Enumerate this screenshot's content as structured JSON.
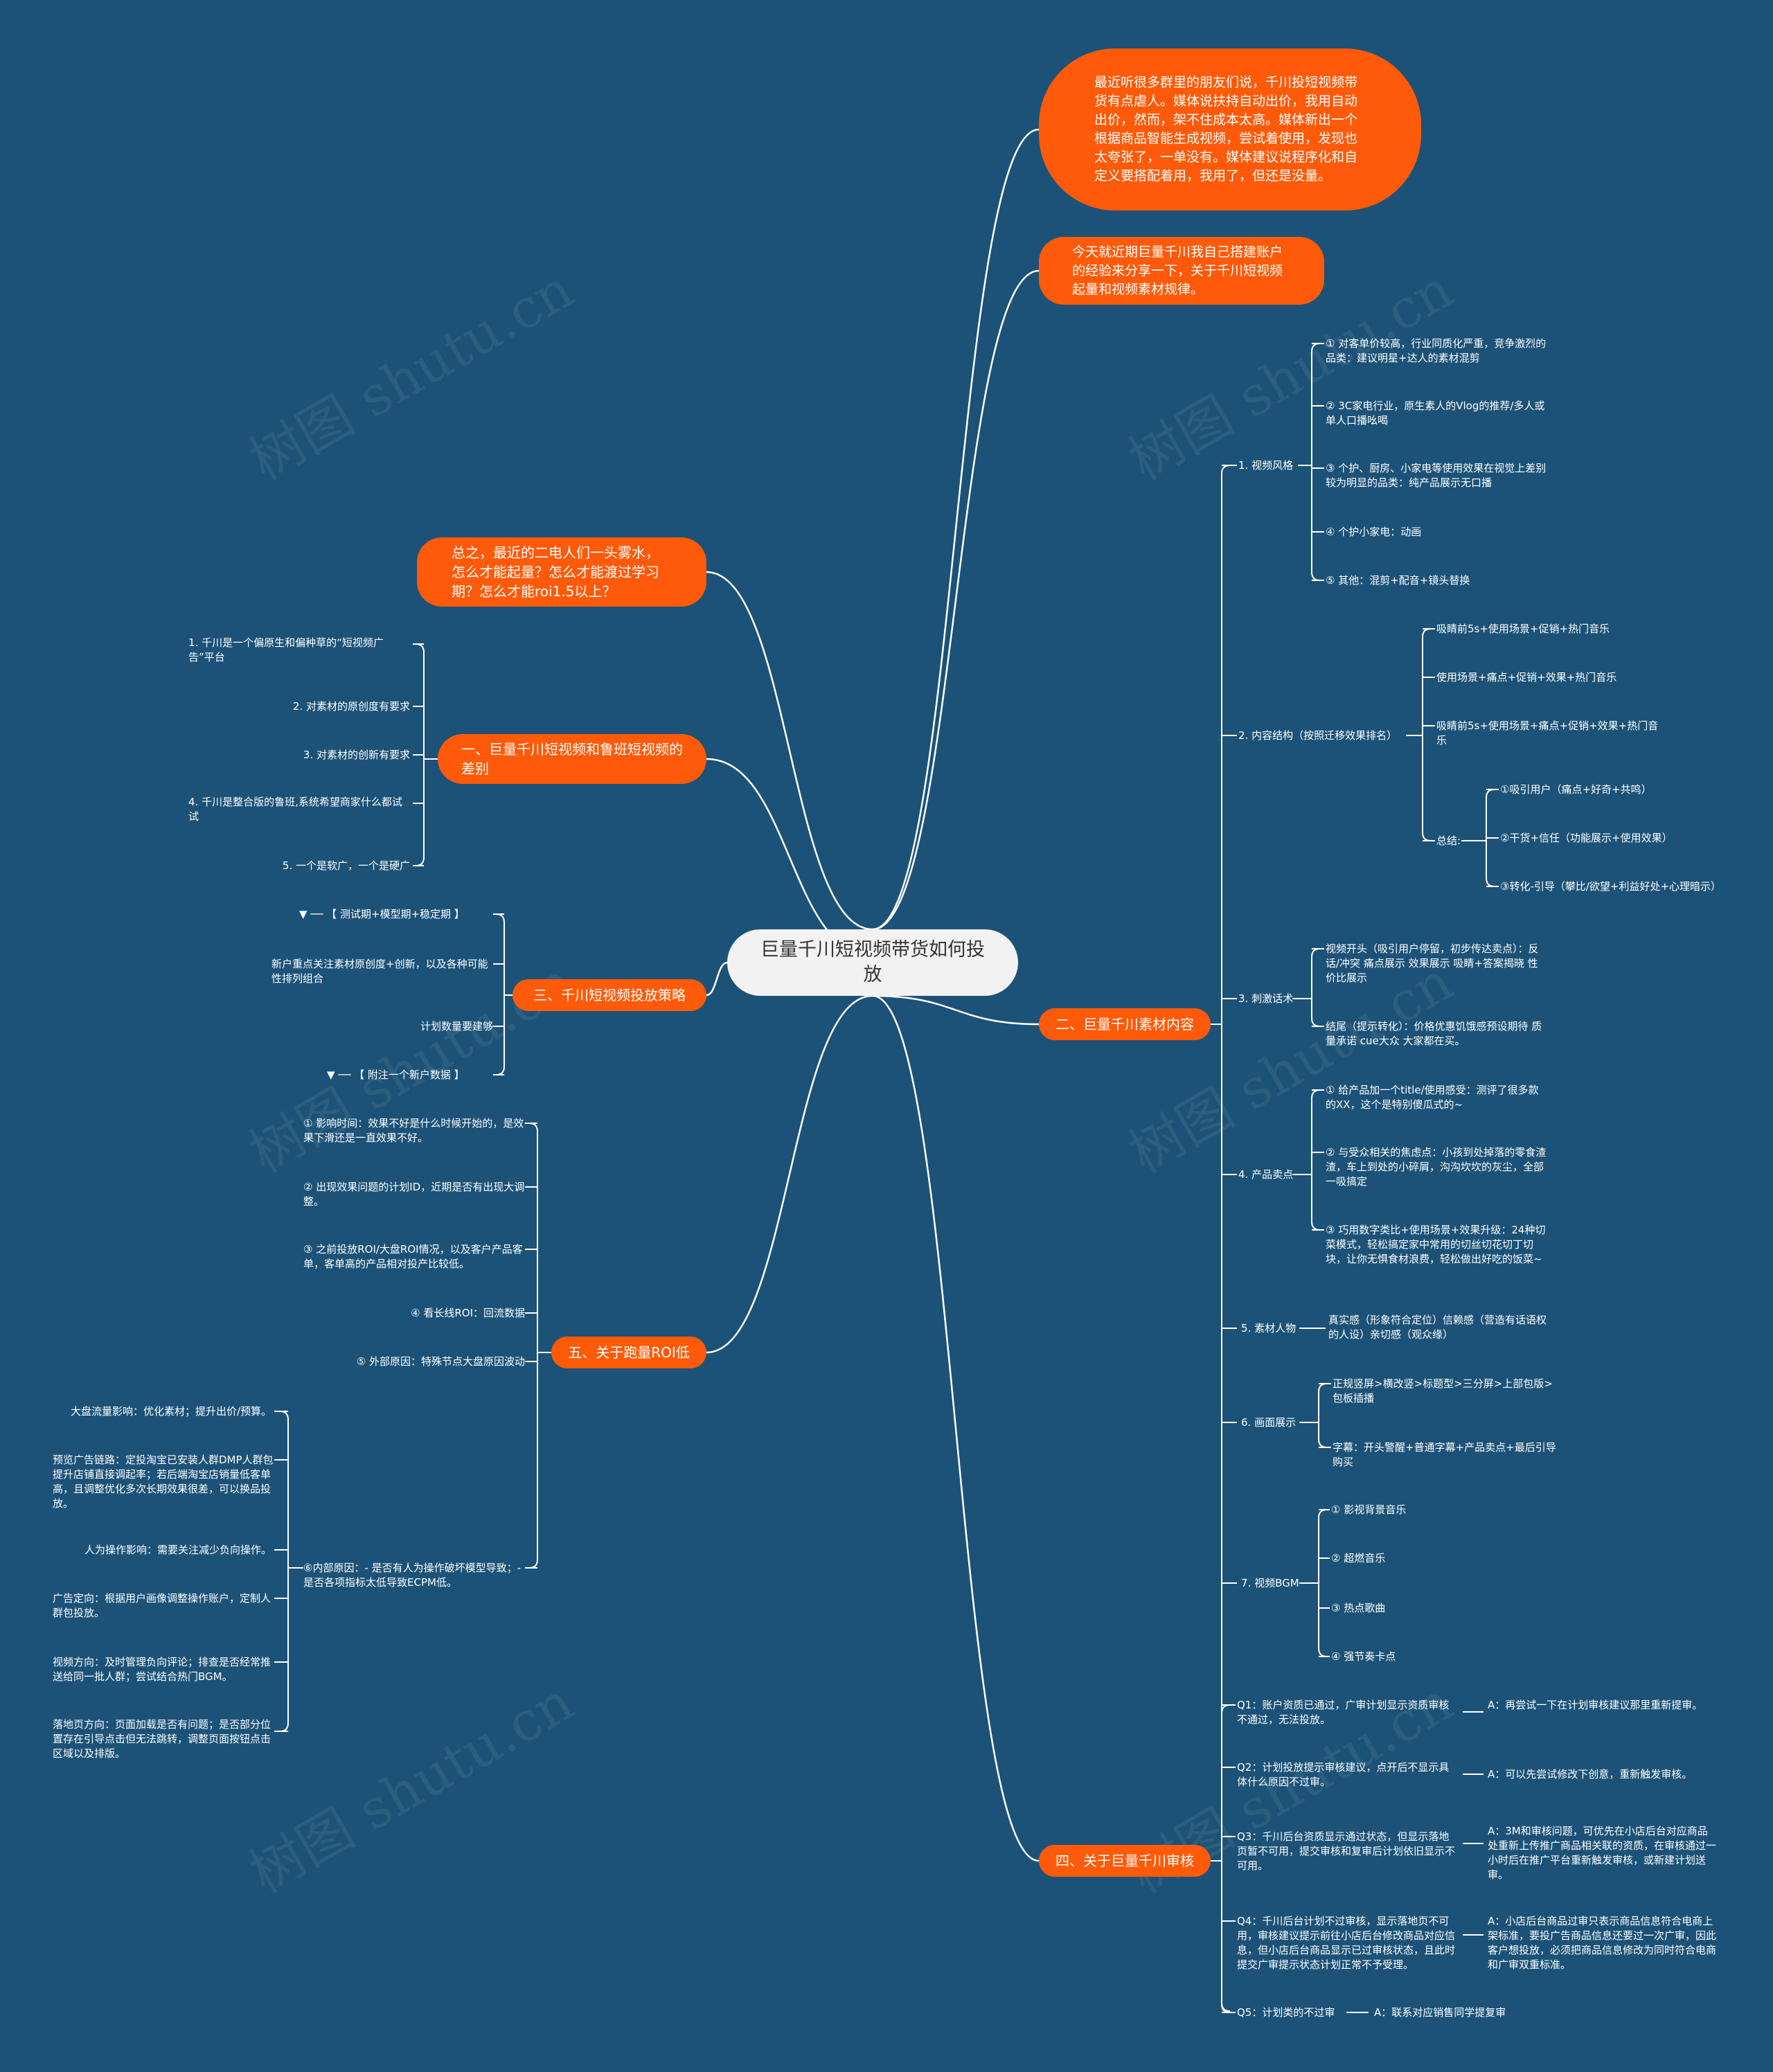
{
  "watermark": "树图 shutu.cn",
  "center": "巨量千川短视频带货如何投放",
  "intro": [
    "最近听很多群里的朋友们说，千川投短视频带货有点虐人。媒体说扶持自动出价，我用自动出价，然而，架不住成本太高。媒体新出一个根据商品智能生成视频，尝试着使用，发现也太夸张了，一单没有。媒体建议说程序化和自定义要搭配着用，我用了，但还是没量。",
    "今天就近期巨量千川我自己搭建账户的经验来分享一下，关于千川短视频起量和视频素材规律。"
  ],
  "summary": "总之，最近的二电人们一头雾水，怎么才能起量？怎么才能渡过学习期？怎么才能roi1.5以上？",
  "section1": {
    "title": "一、巨量千川短视频和鲁班短视频的差别",
    "items": [
      "1. 千川是一个偏原生和偏种草的“短视频广告”平台",
      "2. 对素材的原创度有要求",
      "3. 对素材的创新有要求",
      "4. 千川是整合版的鲁班,系统希望商家什么都试试",
      "5. 一个是软广，一个是硬广"
    ]
  },
  "section3": {
    "title": "三、千川短视频投放策略",
    "items": [
      "▼ ── 【 测试期+模型期+稳定期 】",
      "新户重点关注素材原创度+创新，以及各种可能性排列组合",
      "计划数量要建够",
      "▼ ── 【 附注一个新户数据 】"
    ]
  },
  "section5": {
    "title": "五、关于跑量ROI低",
    "items": [
      "① 影响时间：效果不好是什么时候开始的，是效果下滑还是一直效果不好。",
      "② 出现效果问题的计划ID，近期是否有出现大调整。",
      "③ 之前投放ROI/大盘ROI情况，以及客户产品客单，客单高的产品相对投产比较低。",
      "④ 看长线ROI：回流数据",
      "⑤ 外部原因：特殊节点大盘原因波动",
      "⑥内部原因：- 是否有人为操作破坏模型导致；- 是否各项指标太低导致ECPM低。"
    ],
    "sub": [
      "大盘流量影响：优化素材；提升出价/预算。",
      "预览广告链路：定投淘宝已安装人群DMP人群包提升店铺直接调起率；若后端淘宝店销量低客单高，且调整优化多次长期效果很差，可以换品投放。",
      "人为操作影响：需要关注减少负向操作。",
      "广告定向：根据用户画像调整操作账户，定制人群包投放。",
      "视频方向：及时管理负向评论；排查是否经常推送给同一批人群；尝试结合热门BGM。",
      "落地页方向：页面加载是否有问题；是否部分位置存在引导点击但无法跳转，调整页面按钮点击区域以及排版。"
    ]
  },
  "section2": {
    "title": "二、巨量千川素材内容",
    "groups": [
      {
        "label": "1. 视频风格",
        "items": [
          "① 对客单价较高，行业同质化严重，竞争激烈的品类：建议明星+达人的素材混剪",
          "② 3C家电行业，原生素人的Vlog的推荐/多人或单人口播吆喝",
          "③ 个护、厨房、小家电等使用效果在视觉上差别较为明显的品类：纯产品展示无口播",
          "④ 个护小家电：动画",
          "⑤ 其他：混剪+配音+镜头替换"
        ]
      },
      {
        "label": "2. 内容结构（按照迁移效果排名）",
        "items": [
          "吸睛前5s+使用场景+促销+热门音乐",
          "使用场景+痛点+促销+效果+热门音乐",
          "吸睛前5s+使用场景+痛点+促销+效果+热门音乐"
        ],
        "summary_label": "总结:",
        "summary": [
          "①吸引用户（痛点+好奇+共鸣）",
          "②干货+信任（功能展示+使用效果）",
          "③转化-引导（攀比/欲望+利益好处+心理暗示）"
        ]
      },
      {
        "label": "3. 刺激话术",
        "items": [
          "视频开头（吸引用户停留，初步传达卖点）：反话/冲突 痛点展示 效果展示 吸睛+答案揭晓 性价比展示",
          "结尾（提示转化）：价格优惠饥饿感预设期待 质量承诺 cue大众 大家都在买。"
        ]
      },
      {
        "label": "4. 产品卖点",
        "items": [
          "① 给产品加一个title/使用感受：测评了很多款的XX，这个是特别傻瓜式的~",
          "② 与受众相关的焦虑点：小孩到处掉落的零食渣渣，车上到处的小碎屑，沟沟坎坎的灰尘，全部一吸搞定",
          "③ 巧用数字类比+使用场景+效果升级：24种切菜模式，轻松搞定家中常用的切丝切花切丁切块，让你无惧食材浪费，轻松做出好吃的饭菜~"
        ]
      },
      {
        "label": "5. 素材人物",
        "items": [
          "真实感（形象符合定位）信赖感（营造有话语权的人设）亲切感（观众缘）"
        ]
      },
      {
        "label": "6. 画面展示",
        "items": [
          "正规竖屏>横改竖>标题型>三分屏>上部包版>包板插播",
          "字幕：开头警醒+普通字幕+产品卖点+最后引导购买"
        ]
      },
      {
        "label": "7. 视频BGM",
        "items": [
          "① 影视背景音乐",
          "② 超燃音乐",
          "③ 热点歌曲",
          "④ 强节奏卡点"
        ]
      }
    ]
  },
  "section4": {
    "title": "四、关于巨量千川审核",
    "qa": [
      {
        "q": "Q1：账户资质已通过，广审计划显示资质审核不通过，无法投放。",
        "a": "A：再尝试一下在计划审核建议那里重新提审。"
      },
      {
        "q": "Q2：计划投放提示审核建议，点开后不显示具体什么原因不过审。",
        "a": "A：可以先尝试修改下创意，重新触发审核。"
      },
      {
        "q": "Q3：千川后台资质显示通过状态，但显示落地页暂不可用，提交审核和复审后计划依旧显示不可用。",
        "a": "A：3M和审核问题，可优先在小店后台对应商品处重新上传推广商品相关联的资质，在审核通过一小时后在推广平台重新触发审核，或新建计划送审。"
      },
      {
        "q": "Q4：千川后台计划不过审核，显示落地页不可用，审核建议提示前往小店后台修改商品对应信息，但小店后台商品显示已过审核状态，且此时提交广审提示状态计划正常不予受理。",
        "a": "A：小店后台商品过审只表示商品信息符合电商上架标准，要投广告商品信息还要过一次广审，因此客户想投放，必须把商品信息修改为同时符合电商和广审双重标准。"
      },
      {
        "q": "Q5：计划类的不过审",
        "a": "A：联系对应销售同学提复审"
      }
    ]
  }
}
